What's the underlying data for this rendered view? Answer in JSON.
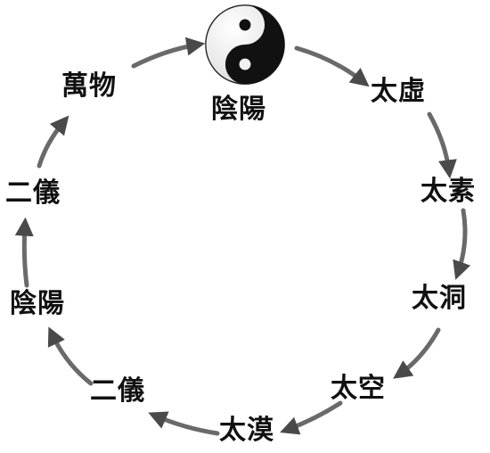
{
  "diagram": {
    "type": "cycle",
    "symbol": "yin-yang-icon",
    "colors": {
      "text": "#111111",
      "arrow_light": "#bdbdbd",
      "arrow_dark": "#555555"
    },
    "nodes": [
      {
        "id": "yinyang-top",
        "label": "陰陽"
      },
      {
        "id": "taixu",
        "label": "太虛"
      },
      {
        "id": "taisu",
        "label": "太素"
      },
      {
        "id": "taidong",
        "label": "太洞"
      },
      {
        "id": "taikong",
        "label": "太空"
      },
      {
        "id": "taimo",
        "label": "太漠"
      },
      {
        "id": "erYi-bottom",
        "label": "二儀"
      },
      {
        "id": "yinyang-left",
        "label": "陰陽"
      },
      {
        "id": "erYi-left",
        "label": "二儀"
      },
      {
        "id": "wanwu",
        "label": "萬物"
      }
    ]
  }
}
